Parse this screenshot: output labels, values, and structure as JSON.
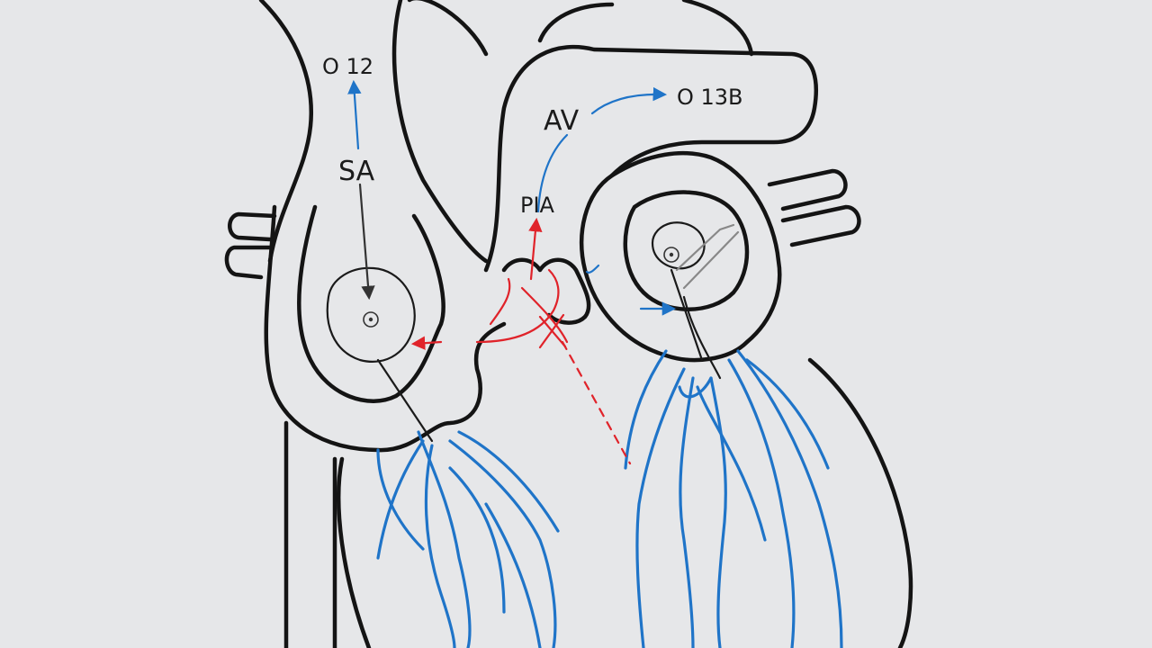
{
  "labels": {
    "sa_node": "SA",
    "av_node": "AV",
    "bundle": "PIA",
    "pointer_left": "O 12",
    "pointer_right": "O 13B"
  },
  "colors": {
    "background": "#e6e7e9",
    "outline": "#141414",
    "conduction": "#1f74c8",
    "block": "#e0232a",
    "signal_arrow": "#1f74c8"
  },
  "icons": {
    "sa_node_marker": "node-ring-icon",
    "av_node_marker": "node-ring-icon",
    "block_mark": "cross-x-icon"
  }
}
